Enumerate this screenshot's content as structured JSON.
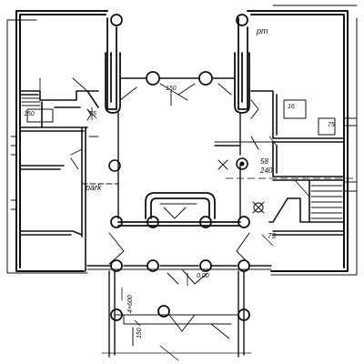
{
  "labels": {
    "pm": "pm",
    "park": "park",
    "dim_58": "58",
    "dim_240": "240",
    "dim_75_top": "75",
    "dim_75_right": "75",
    "dim_right_top": "75",
    "dim_bottom_left": "4×600",
    "dim_bottom_small": "150",
    "dim_center_top": "150",
    "dim_entry": "0.00",
    "dim_left_top": "150",
    "room_tag_right": "16"
  },
  "colors": {
    "ink": "#111111",
    "paper": "#ffffff"
  }
}
